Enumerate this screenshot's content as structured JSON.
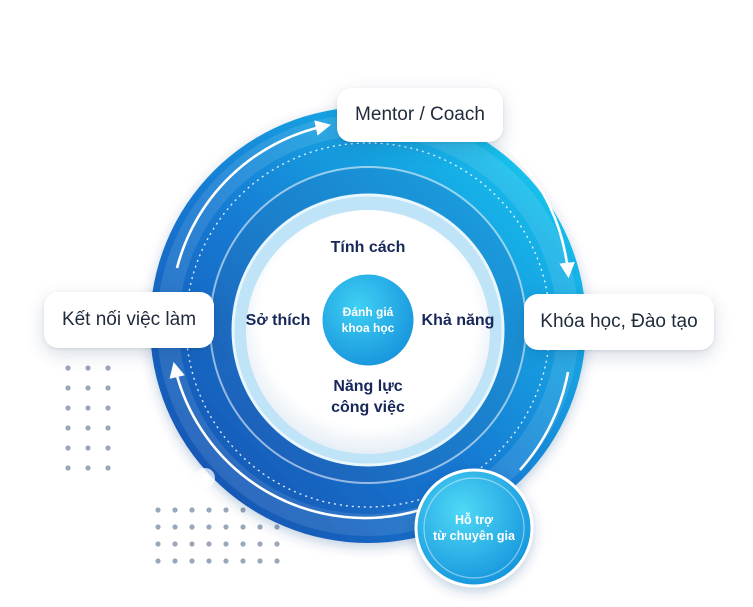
{
  "outer_labels": {
    "top": "Mentor / Coach",
    "right": "Khóa học, Đào tạo",
    "left": "Kết nối việc làm"
  },
  "inner_labels": {
    "top": "Tính cách",
    "left": "Sở thích",
    "right": "Khả năng",
    "bottom_line1": "Năng lực",
    "bottom_line2": "công việc"
  },
  "center": {
    "line1": "Đánh giá",
    "line2": "khoa học"
  },
  "badge": {
    "line1": "Hỗ trợ",
    "line2": "từ chuyên gia"
  },
  "colors": {
    "ring_dark": "#1565c0",
    "ring_light": "#22d3ee",
    "center_fill": "#1fb6e8",
    "text_dark": "#17275a",
    "dots": "#9aa7b8"
  }
}
